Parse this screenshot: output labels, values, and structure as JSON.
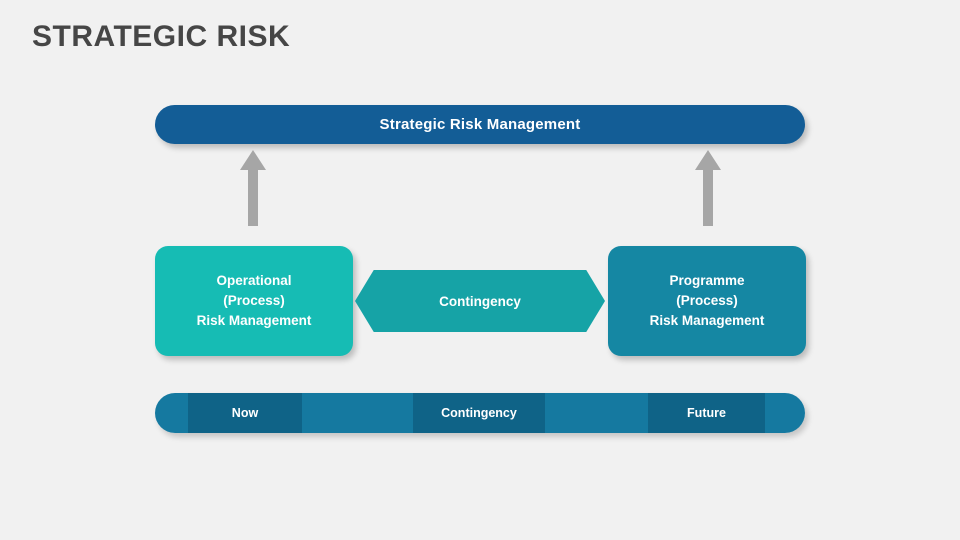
{
  "page": {
    "title": "STRATEGIC RISK",
    "background_color": "#f1f1f1",
    "title_color": "#464646"
  },
  "top_bar": {
    "label": "Strategic Risk Management",
    "color": "#135d96",
    "text_color": "#ffffff"
  },
  "arrows": [
    {
      "name": "arrow-operational-to-strategic",
      "direction": "up",
      "color": "#a6a6a6"
    },
    {
      "name": "arrow-programme-to-strategic",
      "direction": "up",
      "color": "#a6a6a6"
    }
  ],
  "middle_row": {
    "left_box": {
      "label": "Operational\n(Process)\nRisk Management",
      "color": "#16bcb4",
      "text_color": "#ffffff"
    },
    "chevron": {
      "label": "Contingency",
      "color": "#16a3a6",
      "text_color": "#ffffff"
    },
    "right_box": {
      "label": "Programme\n(Process)\nRisk Management",
      "color": "#1587a3",
      "text_color": "#ffffff"
    }
  },
  "timeline": {
    "segments": [
      {
        "label": "",
        "color": "#0f6387",
        "width": 33
      },
      {
        "label": "Now",
        "color": "#0f6387",
        "width": 114
      },
      {
        "label": "",
        "color": "#157architecture",
        "width": 111
      },
      {
        "label": "Contingency",
        "color": "#0f6387",
        "width": 132
      },
      {
        "label": "",
        "color": "#1579a0",
        "width": 103
      },
      {
        "label": "Future",
        "color": "#0f6387",
        "width": 117
      },
      {
        "label": "",
        "color": "#1579a0",
        "width": 40
      }
    ],
    "light_color": "#1579a0",
    "dark_color": "#0f6387",
    "text_color": "#ffffff"
  }
}
